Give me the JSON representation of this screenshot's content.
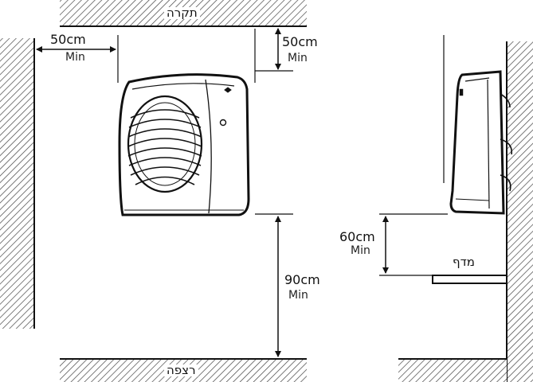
{
  "labels": {
    "ceiling": "תקרה",
    "floor": "רצפה",
    "shelf": "מדף"
  },
  "dimensions": {
    "side": {
      "value": "50cm",
      "note": "Min"
    },
    "top": {
      "value": "50cm",
      "note": "Min"
    },
    "bottom": {
      "value": "90cm",
      "note": "Min"
    },
    "shelf_gap": {
      "value": "60cm",
      "note": "Min"
    }
  }
}
